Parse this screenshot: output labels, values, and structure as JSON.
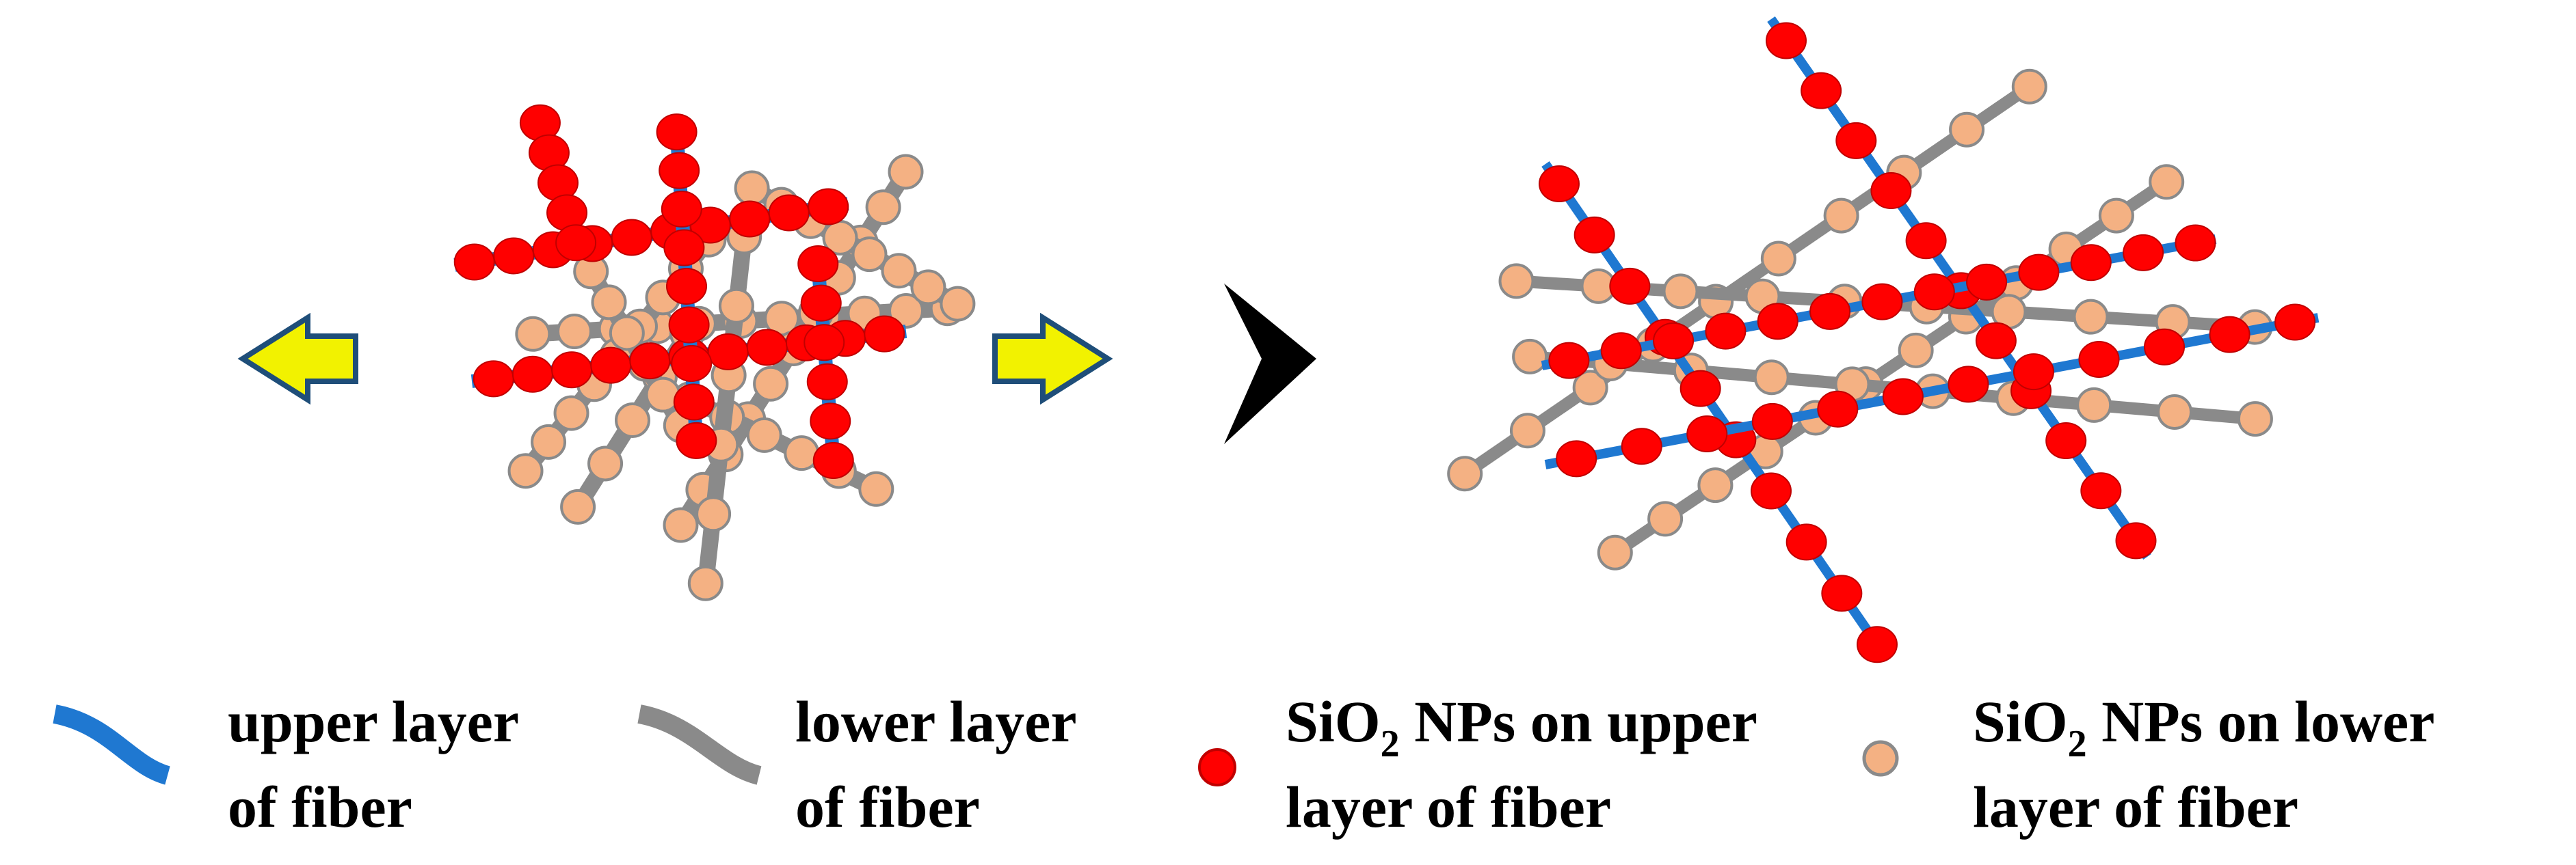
{
  "colors": {
    "upper_fiber": "#1f78d1",
    "lower_fiber": "#8a8a8a",
    "upper_np": "#ff0000",
    "upper_np_stroke": "#c00000",
    "lower_np": "#f4b183",
    "lower_np_stroke": "#8a8a8a",
    "stretch_arrow_fill": "#f2f200",
    "stretch_arrow_stroke": "#1f4e79",
    "transition_arrow": "#000000"
  },
  "icons": [
    "stretch-arrow-left-icon",
    "stretch-arrow-right-icon",
    "transition-arrow-icon"
  ],
  "legend": {
    "upper_fiber": {
      "line1": "upper layer",
      "line2": "of fiber"
    },
    "lower_fiber": {
      "line1": "lower layer",
      "line2": "of fiber"
    },
    "upper_np": {
      "formula": "SiO",
      "subscript": "2",
      "rest": " NPs on upper",
      "line2": "layer of fiber"
    },
    "lower_np": {
      "formula": "SiO",
      "subscript": "2",
      "rest": " NPs on lower",
      "line2": "layer of fiber"
    }
  }
}
